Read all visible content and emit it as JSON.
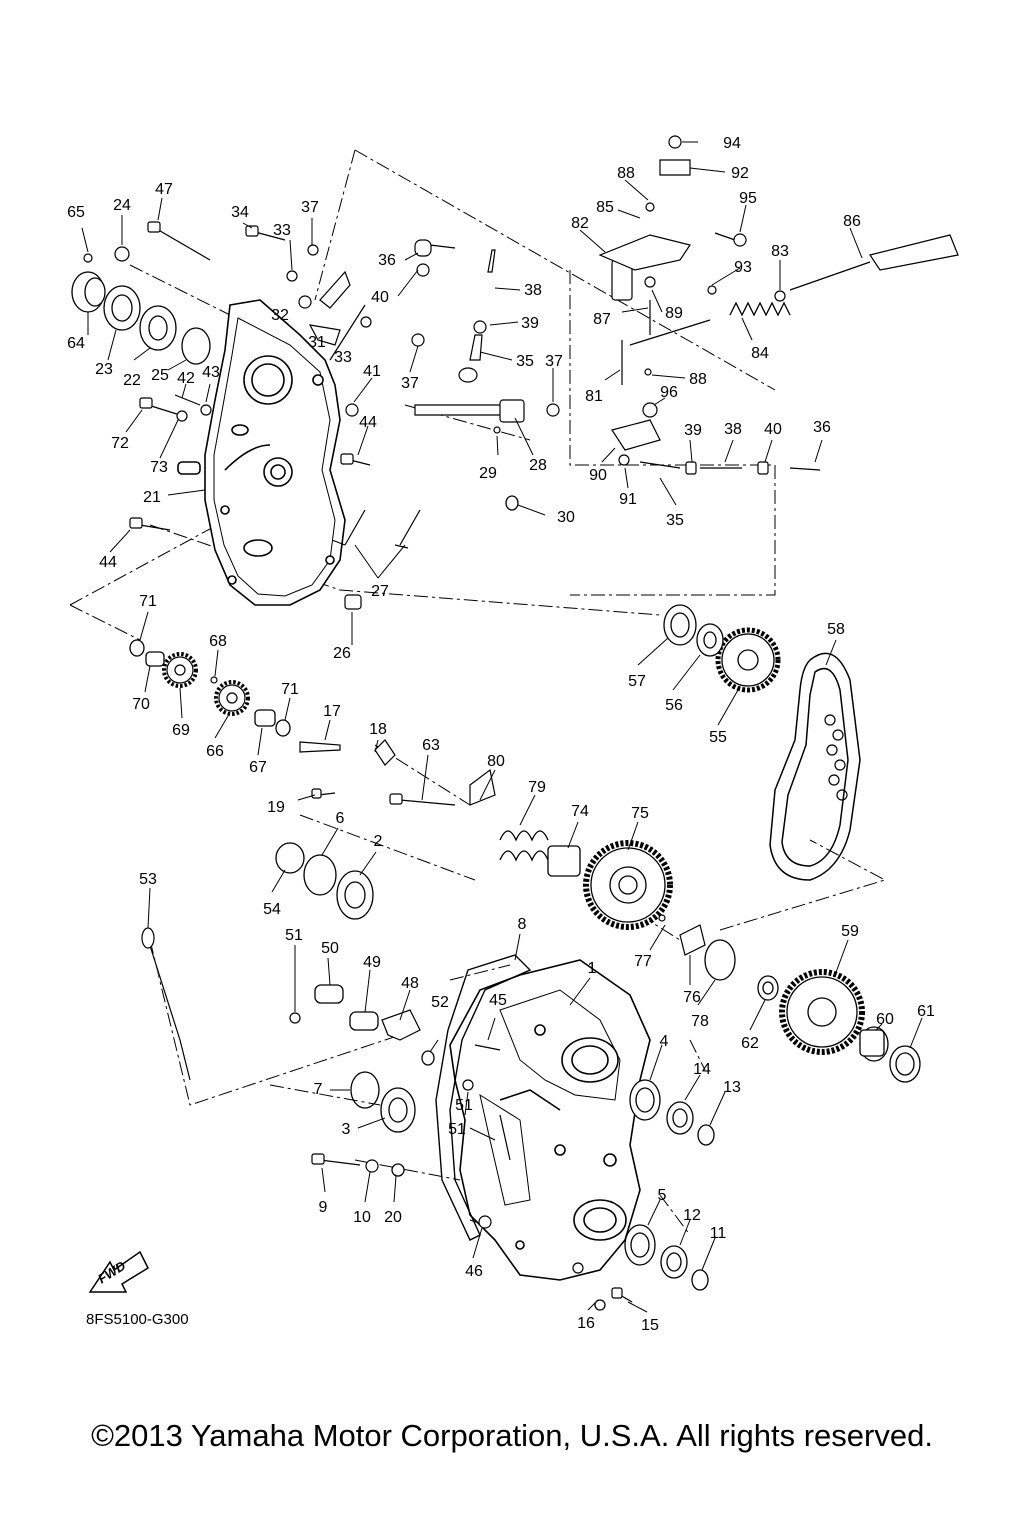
{
  "diagram": {
    "reference_code": "8FS5100-G300",
    "fwd_label": "FWD",
    "fwd_icon": "fwd-arrow-icon",
    "part_labels": [
      "1",
      "2",
      "3",
      "4",
      "5",
      "6",
      "7",
      "8",
      "9",
      "10",
      "11",
      "12",
      "13",
      "14",
      "15",
      "16",
      "17",
      "18",
      "19",
      "20",
      "21",
      "22",
      "23",
      "24",
      "25",
      "26",
      "27",
      "28",
      "29",
      "30",
      "31",
      "32",
      "33",
      "34",
      "35",
      "36",
      "37",
      "38",
      "39",
      "40",
      "41",
      "42",
      "43",
      "44",
      "45",
      "46",
      "47",
      "48",
      "49",
      "50",
      "51",
      "52",
      "53",
      "54",
      "55",
      "56",
      "57",
      "58",
      "59",
      "60",
      "61",
      "62",
      "63",
      "64",
      "65",
      "66",
      "67",
      "68",
      "69",
      "70",
      "71",
      "72",
      "73",
      "74",
      "75",
      "76",
      "77",
      "78",
      "79",
      "80",
      "81",
      "82",
      "83",
      "84",
      "85",
      "86",
      "87",
      "88",
      "89",
      "90",
      "91",
      "92",
      "93",
      "94",
      "95",
      "96"
    ]
  },
  "copyright": "©2013 Yamaha Motor Corporation, U.S.A. All rights reserved."
}
